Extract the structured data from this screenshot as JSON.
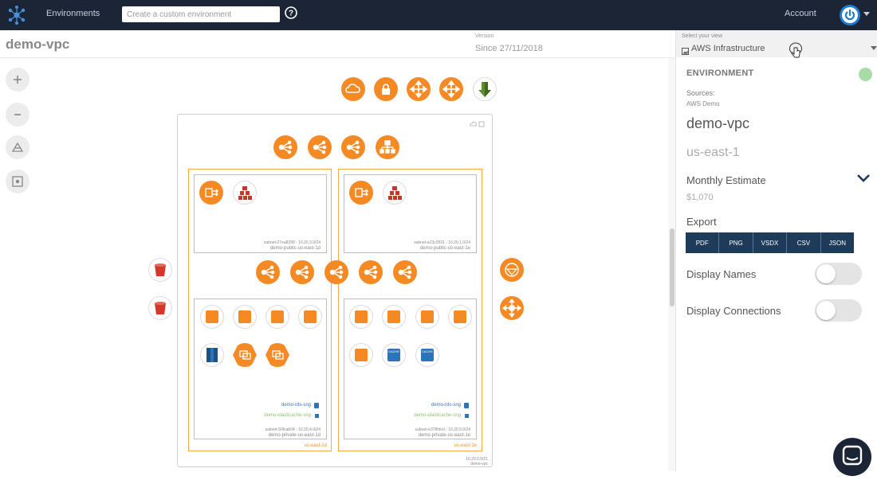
{
  "topnav": {
    "logo_icon": "network-logo-icon",
    "environments_label": "Environments",
    "search_placeholder": "Create a custom environment",
    "help_icon": "help-circle-icon",
    "account_label": "Account",
    "avatar_icon": "power-avatar-icon"
  },
  "header": {
    "title": "demo-vpc",
    "version_label": "Version",
    "version_value": "Since 27/11/2018"
  },
  "tools": [
    {
      "name": "zoom-in-icon",
      "glyph": "+"
    },
    {
      "name": "zoom-out-icon",
      "glyph": "-"
    },
    {
      "name": "layout-icon",
      "glyph": ""
    },
    {
      "name": "fit-screen-icon",
      "glyph": ""
    }
  ],
  "diagram": {
    "vpc_label": "demo-vpc",
    "vpc_cidr": "10.20.0.0/21",
    "top_services": [
      "cloudfront-icon",
      "iam-lock-icon",
      "move-icon",
      "move-icon",
      "download-s3-icon"
    ],
    "vpc_services": [
      "elb-icon",
      "elb-icon",
      "elb-icon",
      "auto-scaling-icon"
    ],
    "center_lbs": [
      "elb-icon",
      "elb-icon",
      "elb-icon",
      "elb-icon",
      "elb-icon"
    ],
    "left_buckets": [
      "s3-bucket-icon",
      "s3-bucket-icon"
    ],
    "right_gateways": [
      "internet-gateway-icon",
      "route-icon"
    ],
    "az_a": {
      "label": "us-east-1d",
      "public_subnet_id": "subnet-27ea8399 - 10.20.3.0/24",
      "public_subnet_name": "demo-public-us-east-1d",
      "private_subnet_id": "subnet-50fcab04 - 10.20.4.0/24",
      "private_subnet_name": "demo-private-us-east-1d",
      "rds_sng": "demo-rds-sng",
      "elasticache_sng": "demo-elasticache-sng"
    },
    "az_b": {
      "label": "us-east-1e",
      "public_subnet_id": "subnet-a23c2821 - 10.20.1.0/24",
      "public_subnet_name": "demo-public-us-east-1e",
      "private_subnet_id": "subnet-e378fdcd - 10.20.5.0/24",
      "private_subnet_name": "demo-private-us-east-1e",
      "rds_sng": "demo-rds-sng",
      "elasticache_sng": "demo-elasticache-sng"
    },
    "cache_label": "CACHE"
  },
  "panel": {
    "view_label": "Select your view",
    "view_value": "AWS Infrastructure",
    "env_heading": "ENVIRONMENT",
    "status_color": "#a8dba8",
    "sources_label": "Sources:",
    "sources_value": "AWS Demo",
    "vpc_name": "demo-vpc",
    "region": "us-east-1",
    "monthly_label": "Monthly Estimate",
    "monthly_value": "$1,070",
    "export_label": "Export",
    "export_formats": [
      "PDF",
      "PNG",
      "VSDX",
      "CSV",
      "JSON"
    ],
    "display_names_label": "Display Names",
    "display_names_on": false,
    "display_connections_label": "Display Connections",
    "display_connections_on": false
  },
  "colors": {
    "nav_bg": "#1b2536",
    "aws_orange": "#f58a25",
    "export_bg": "#1e3b5a"
  }
}
